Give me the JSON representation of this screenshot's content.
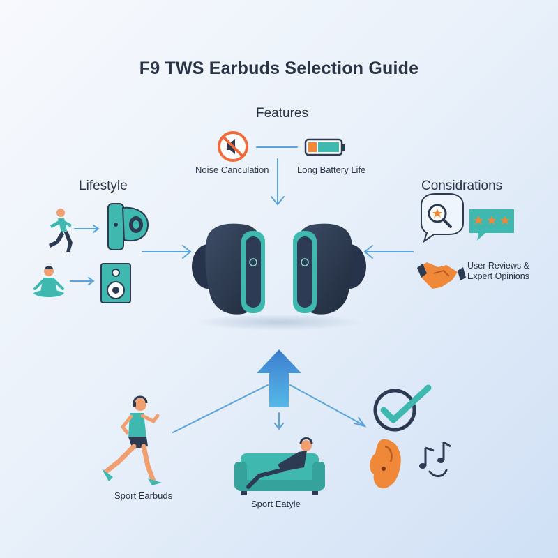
{
  "title": "F9 TWS Earbuds Selection Guide",
  "features": {
    "heading": "Features",
    "noise_label": "Noise Canculation",
    "battery_label": "Long Battery Life"
  },
  "lifestyle": {
    "heading": "Lifestyle"
  },
  "considerations": {
    "heading": "Considrations",
    "reviews_label": "User Reviews & Expert Opinions"
  },
  "bottom": {
    "sport_earbuds_label": "Sport Earbuds",
    "sport_style_label": "Sport Eatyle"
  },
  "colors": {
    "teal": "#3fb8b0",
    "navy": "#2c3a52",
    "arrow_blue": "#5aa3dd",
    "orange": "#f0883a"
  }
}
